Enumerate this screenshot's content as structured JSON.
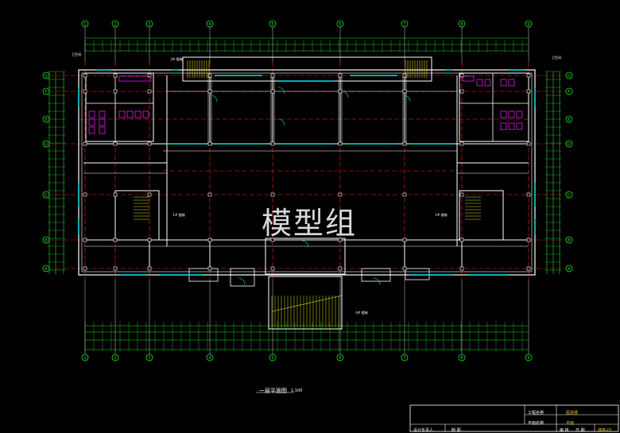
{
  "watermark": "模型组",
  "plan_title": "一层平面图",
  "plan_scale": "1:100",
  "title_block": {
    "project_label": "工程名称",
    "drawing_label": "平面名称",
    "project_value": "医院楼",
    "drawing_value": "平面",
    "footer_left": "设计负责人",
    "footer_mid": "制 图",
    "footer_right1": "审 核",
    "footer_right2": "日 期",
    "sheet_no": "建施-01"
  },
  "axis_labels_top": [
    "1",
    "2",
    "3",
    "4",
    "5",
    "6",
    "7",
    "8",
    "9"
  ],
  "axis_labels_side": [
    "G",
    "F",
    "E",
    "D",
    "C",
    "B",
    "A"
  ],
  "room_labels": {
    "stair_left": "1# 楼梯",
    "stair_right": "2# 楼梯",
    "stair_top": "3# 楼梯",
    "stair_bottom": "4# 楼梯",
    "toilet_left": "卫生间",
    "toilet_right": "卫生间"
  },
  "colors": {
    "wall": "#ffffff",
    "axis": "#ff2020",
    "dimension": "#20e020",
    "window": "#00e0e0",
    "fixture": "#e020e0",
    "stair": "#e0e020",
    "grid_bubble": "#20e020"
  }
}
